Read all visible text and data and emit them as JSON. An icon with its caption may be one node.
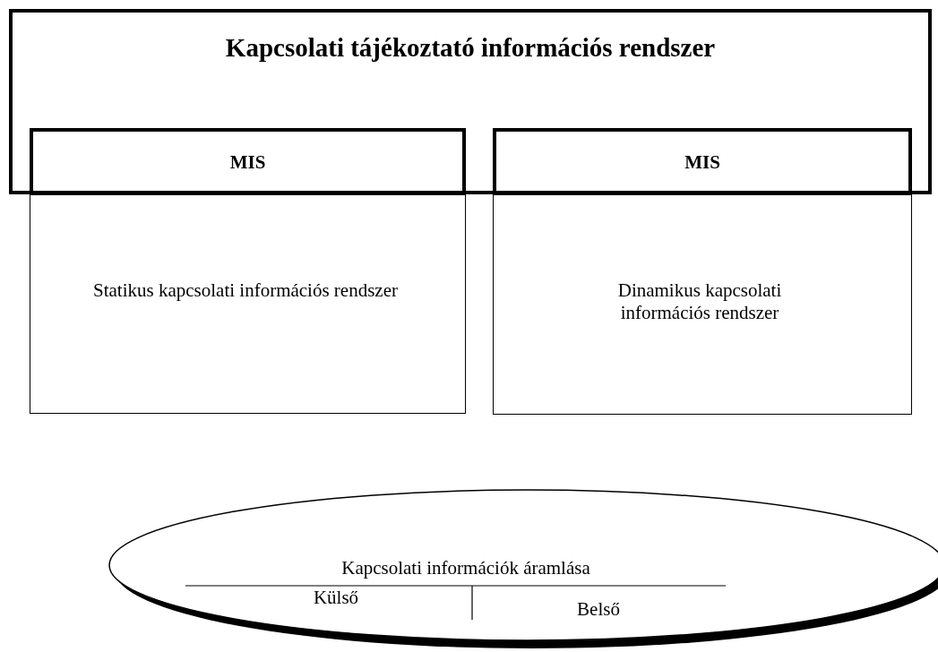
{
  "diagram": {
    "nodes": [
      {
        "text": [
          "Kapcsolati tájékoztató információs rendszer"
        ]
      },
      {
        "text": [
          "MIS"
        ],
        "in": 0
      },
      {
        "text": [
          "MIS"
        ],
        "in": 0
      },
      {
        "text": [
          "Statikus kapcsolati információs rendszer"
        ]
      },
      {
        "text": [
          "Dinamikus kapcsolati információs rendszer"
        ]
      },
      {
        "text": [
          "Kapcsolati információk áramlása",
          "Külső",
          "Belső"
        ]
      }
    ]
  }
}
